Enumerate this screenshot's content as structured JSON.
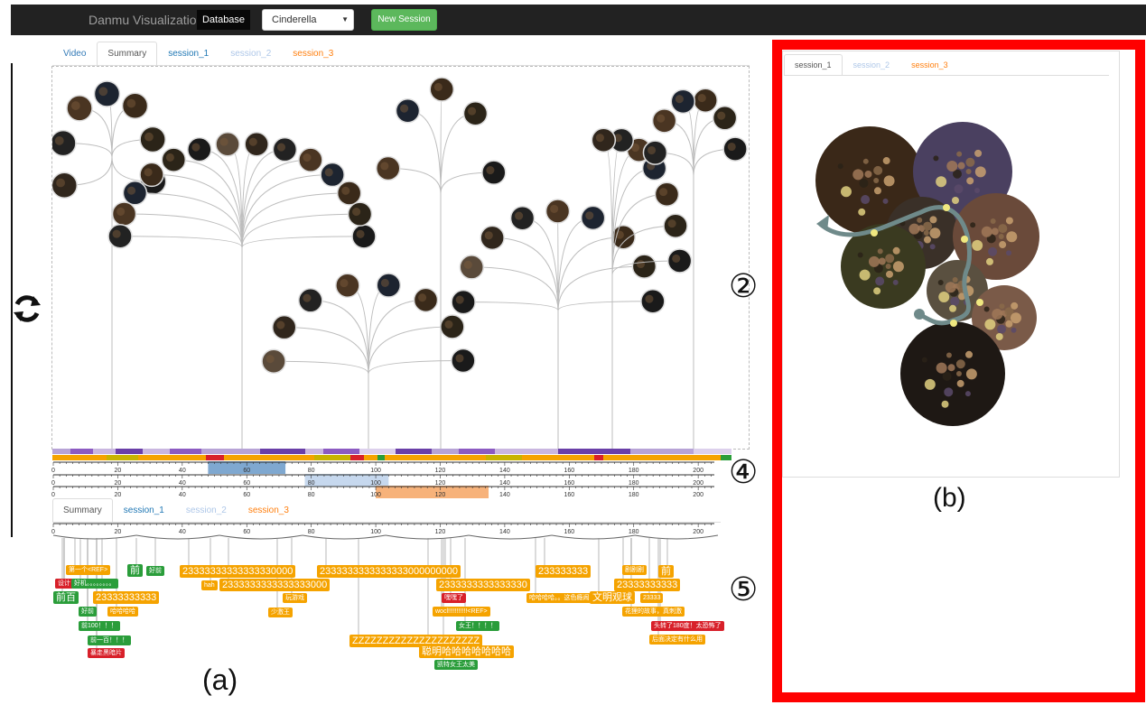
{
  "navbar": {
    "brand": "Danmu Visualization",
    "database_label": "Database",
    "movie_select": "Cinderella",
    "new_session_label": "New Session"
  },
  "main_tabs": [
    {
      "label": "Video",
      "color": "#337ab7"
    },
    {
      "label": "Summary",
      "color": "#555555",
      "active": true
    },
    {
      "label": "session_1",
      "color": "#1f77b4"
    },
    {
      "label": "session_2",
      "color": "#aec7e8"
    },
    {
      "label": "session_3",
      "color": "#ff7f0e"
    }
  ],
  "bottom_tabs": [
    {
      "label": "Summary",
      "color": "#555555",
      "active": true
    },
    {
      "label": "session_1",
      "color": "#1f77b4"
    },
    {
      "label": "session_2",
      "color": "#aec7e8"
    },
    {
      "label": "session_3",
      "color": "#ff7f0e"
    }
  ],
  "right_tabs": [
    {
      "label": "session_1",
      "color": "#555555",
      "active": true
    },
    {
      "label": "session_2",
      "color": "#aec7e8"
    },
    {
      "label": "session_3",
      "color": "#ff7f0e"
    }
  ],
  "axis_ticks": [
    "0",
    "20",
    "40",
    "60",
    "80",
    "100",
    "120",
    "140",
    "160",
    "180",
    "200"
  ],
  "axis_max": 205,
  "session_ranges": {
    "session_1": [
      48,
      72
    ],
    "session_2": [
      78,
      104
    ],
    "session_3": [
      100,
      135
    ]
  },
  "annotations": {
    "num_2": "②",
    "num_4": "④",
    "num_5": "⑤",
    "label_a": "(a)",
    "label_b": "(b)"
  },
  "danmu_comments": [
    {
      "text": "第一个<REF>",
      "color": "orange"
    },
    {
      "text": "前",
      "color": "green",
      "big": true
    },
    {
      "text": "好前",
      "color": "green"
    },
    {
      "text": "好前",
      "color": "green"
    },
    {
      "text": "设计",
      "color": "red"
    },
    {
      "text": "好机。。。。。。。。",
      "color": "green"
    },
    {
      "text": "前百",
      "color": "green",
      "big": true
    },
    {
      "text": "23333333333",
      "color": "orange",
      "big": true
    },
    {
      "text": "好前",
      "color": "green"
    },
    {
      "text": "哈哈哈哈",
      "color": "orange"
    },
    {
      "text": "前100！！！",
      "color": "green"
    },
    {
      "text": "前一百！！！",
      "color": "green"
    },
    {
      "text": "暴走黑暗片",
      "color": "red"
    },
    {
      "text": "23333333333333330000",
      "color": "orange",
      "big": true
    },
    {
      "text": "hah",
      "color": "orange"
    },
    {
      "text": "2333333333333333000",
      "color": "orange",
      "big": true
    },
    {
      "text": "玩游戏",
      "color": "orange"
    },
    {
      "text": "少激王",
      "color": "orange"
    },
    {
      "text": "2333333333333333000000000",
      "color": "orange",
      "big": true
    },
    {
      "text": "2333333333333330",
      "color": "orange",
      "big": true
    },
    {
      "text": "嘿嘿了",
      "color": "red"
    },
    {
      "text": "wocl!!!!!!!!!!!<REF>",
      "color": "orange"
    },
    {
      "text": "女王！！！！",
      "color": "green"
    },
    {
      "text": "ZZZZZZZZZZZZZZZZZZZZZ",
      "color": "orange",
      "big": true
    },
    {
      "text": "聪明哈哈哈哈哈哈哈",
      "color": "orange",
      "big": true
    },
    {
      "text": "凯特女王太美",
      "color": "green"
    },
    {
      "text": "233333333",
      "color": "orange",
      "big": true
    },
    {
      "text": "哈哈哈哈。。这色瘾闹",
      "color": "orange"
    },
    {
      "text": "文明观球",
      "color": "orange",
      "big": true
    },
    {
      "text": "剧剧剧",
      "color": "orange"
    },
    {
      "text": "23333333333",
      "color": "orange",
      "big": true
    },
    {
      "text": "23333",
      "color": "orange"
    },
    {
      "text": "前",
      "color": "orange",
      "big": true
    },
    {
      "text": "花狸的故事，真刺激",
      "color": "orange"
    },
    {
      "text": "头转了180度！太恐怖了",
      "color": "red"
    },
    {
      "text": "后面决定有什么用",
      "color": "orange"
    }
  ],
  "colors": {
    "navbar_bg": "#222222",
    "new_session_green": "#5cb85c",
    "highlight_frame": "#ff0000",
    "danmu_orange": "#f5a300",
    "danmu_green": "#2a9d3a",
    "danmu_red": "#d8202a"
  }
}
